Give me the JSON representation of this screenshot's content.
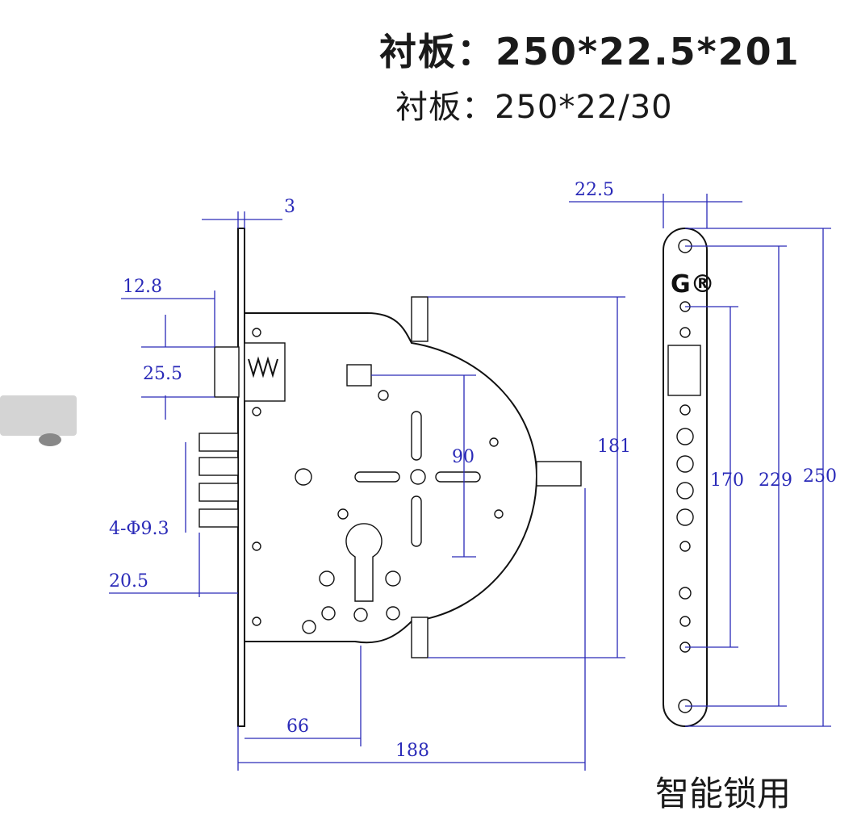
{
  "header": {
    "line1": "衬板：250*22.5*201",
    "line2": "衬板：250*22/30"
  },
  "footer": {
    "label": "智能锁用"
  },
  "dimensions": {
    "faceplate_thickness": "3",
    "latch_offset": "12.8",
    "latch_height": "25.5",
    "holes": "4-Φ9.3",
    "bolt_offset": "20.5",
    "spindle_to_cylinder": "90",
    "body_height": "181",
    "backset": "66",
    "body_width": "188",
    "strike_thickness": "22.5",
    "strike_hole_spacing": "170",
    "strike_mount_spacing": "229",
    "strike_length": "250"
  },
  "colors": {
    "dimension": "#2a2ab8",
    "outline": "#111111"
  },
  "logo": {
    "text": "G®"
  }
}
